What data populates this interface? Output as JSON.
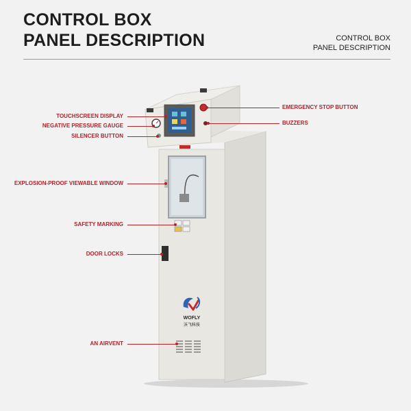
{
  "header": {
    "title_line1": "CONTROL BOX",
    "title_line2": "PANEL DESCRIPTION",
    "subtitle_line1": "CONTROL BOX",
    "subtitle_line2": "PANEL DESCRIPTION"
  },
  "callouts": {
    "touchscreen": "TOUCHSCREEN DISPLAY",
    "gauge": "NEGATIVE PRESSURE GAUGE",
    "silencer": "SILENCER BUTTON",
    "window": "EXPLOSION-PROOF VIEWABLE WINDOW",
    "safety": "SAFETY MARKING",
    "door_locks": "DOOR LOCKS",
    "airvent": "AN AIRVENT",
    "emergency": "EMERGENCY STOP BUTTON",
    "buzzers": "BUZZERS"
  },
  "brand": {
    "name": "WOFLY",
    "name_cn": "沃飞科技"
  },
  "colors": {
    "accent": "#b0242b",
    "cabinet": "#e9e7e2",
    "screen": "#2f5f8f"
  }
}
